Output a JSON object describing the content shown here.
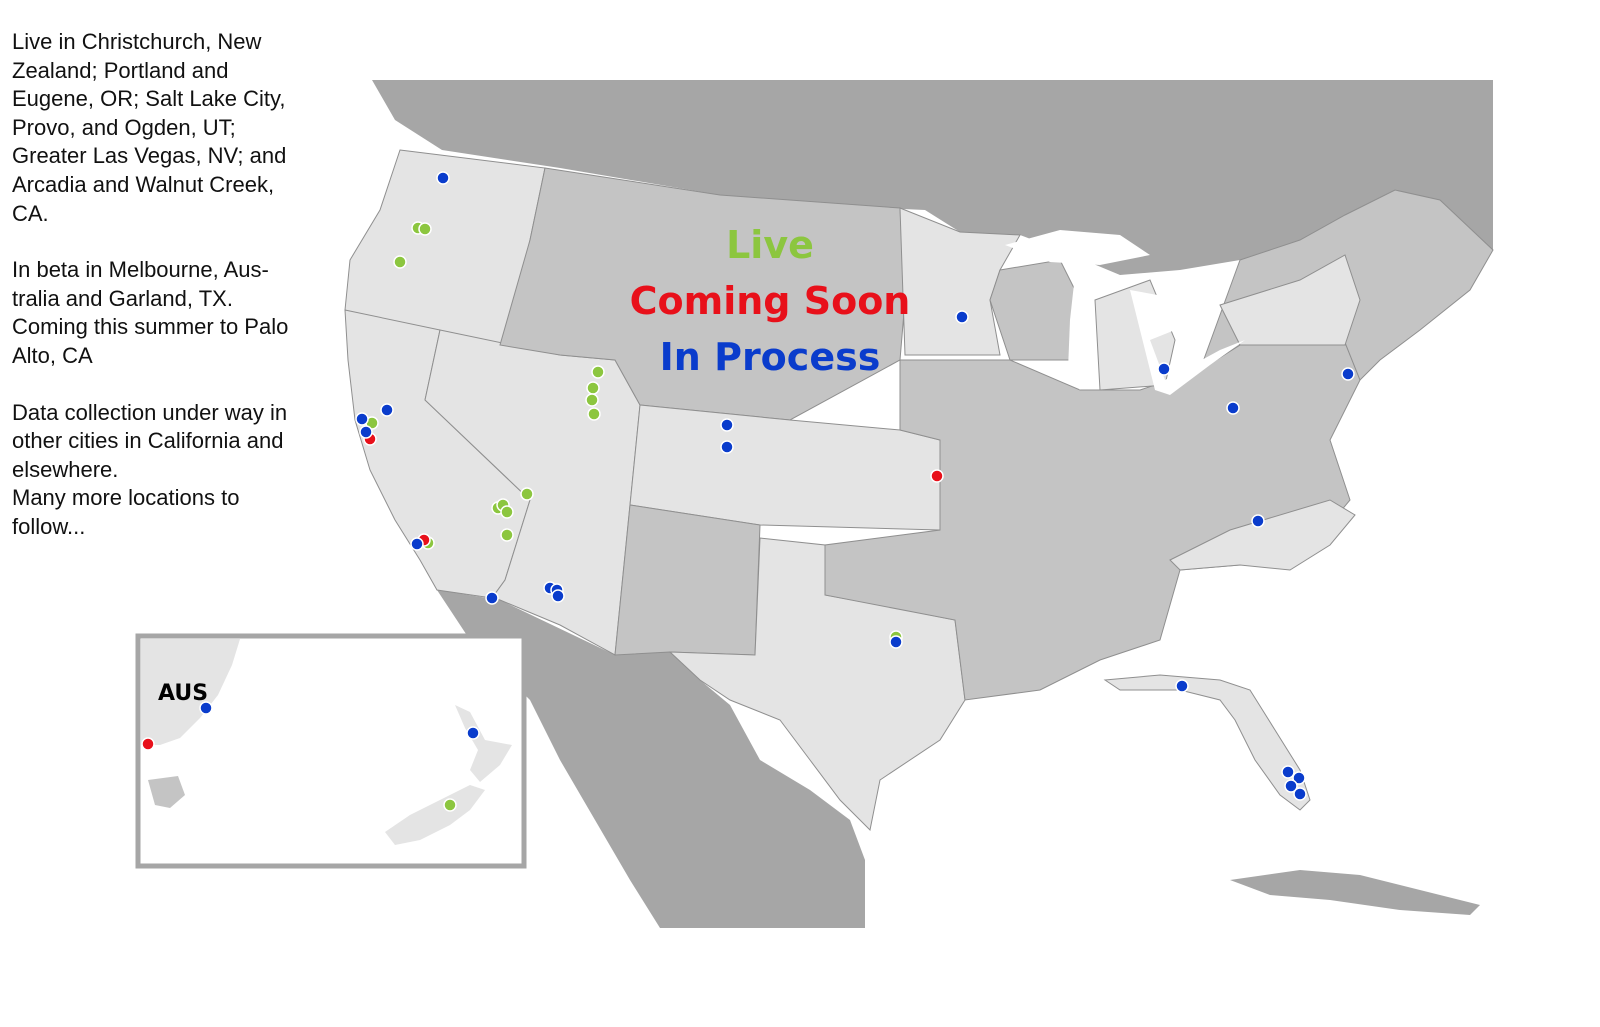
{
  "description_paragraphs": [
    "Live in Christchurch, New\nZealand; Portland and\nEugene, OR; Salt Lake City,\nProvo, and Ogden, UT;\nGreater Las Vegas, NV; and\nArcadia and Walnut Creek,\nCA.",
    "In beta in Melbourne, Aus-\ntralia and Garland, TX.\nComing this summer to Palo\nAlto, CA",
    "Data collection under way in\nother cities in California and\nelsewhere.",
    "Many more locations to\nfollow..."
  ],
  "legend": {
    "live": "Live",
    "coming_soon": "Coming Soon",
    "in_process": "In Process"
  },
  "inset": {
    "label": "AUS"
  },
  "colors": {
    "live": "#8cc63f",
    "coming_soon": "#e8101a",
    "in_process": "#0a3ccc",
    "ocean": "#ffffff",
    "land_dark": "#a6a6a6",
    "land_mid": "#c4c4c4",
    "land_light": "#e4e4e4",
    "state_border": "#8f8f8f"
  },
  "markers": {
    "live": 22,
    "coming_soon": 5,
    "in_process": 27
  }
}
